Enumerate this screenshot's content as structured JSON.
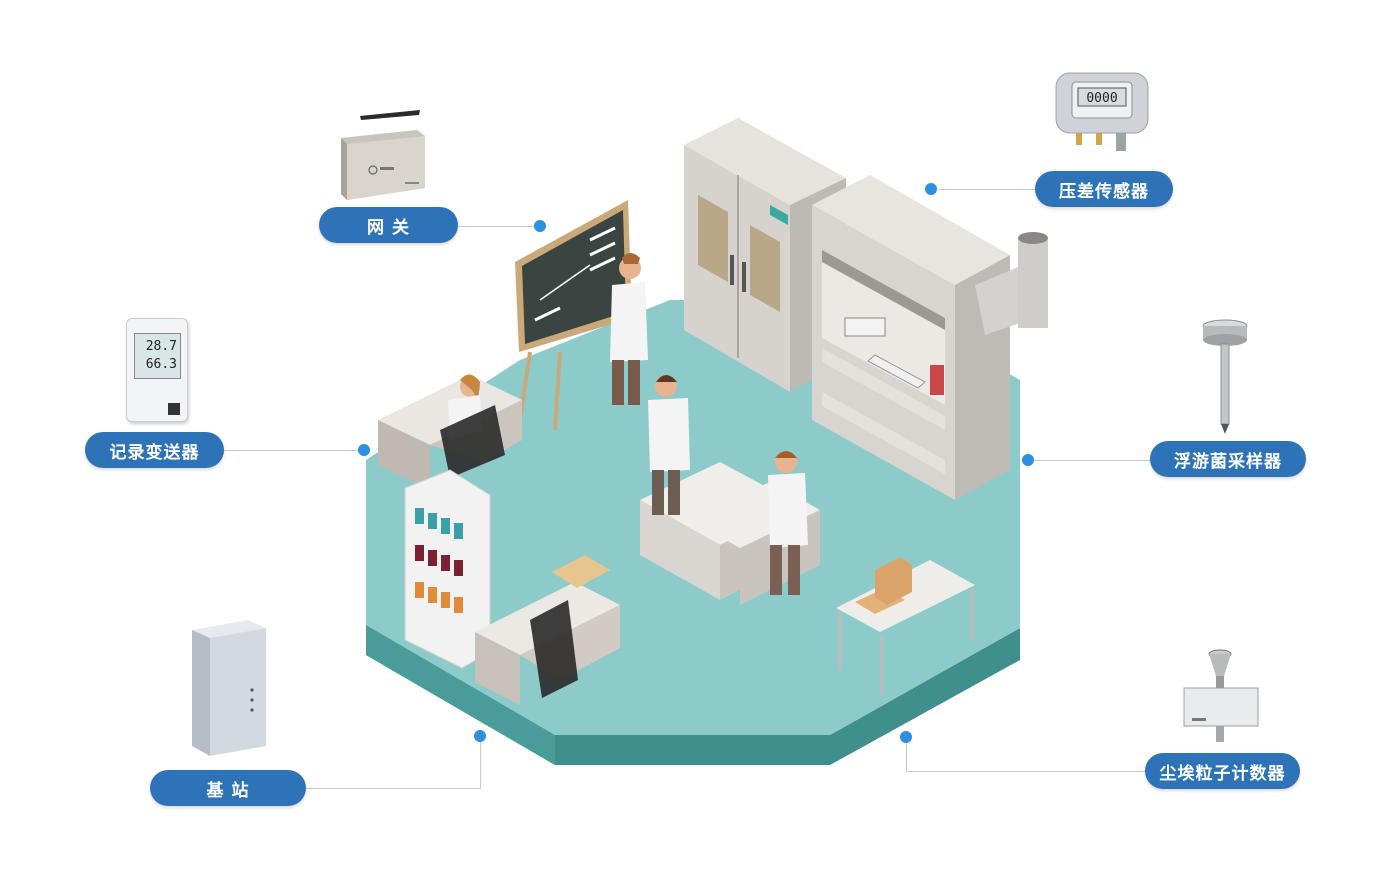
{
  "labels": {
    "gateway": "网 关",
    "differential_pressure_sensor": "压差传感器",
    "recorder_transmitter": "记录变送器",
    "airborne_bacteria_sampler": "浮游菌采样器",
    "base_station": "基 站",
    "dust_particle_counter": "尘埃粒子计数器"
  },
  "devices": {
    "recorder_screen": {
      "line1": "28.7",
      "line2": "66.3"
    },
    "pressure_screen": "0000"
  },
  "colors": {
    "pill": "#2e73b8",
    "dot": "#2d8fe0",
    "floor_top": "#8ccbc9",
    "floor_side": "#3f8f8d"
  }
}
